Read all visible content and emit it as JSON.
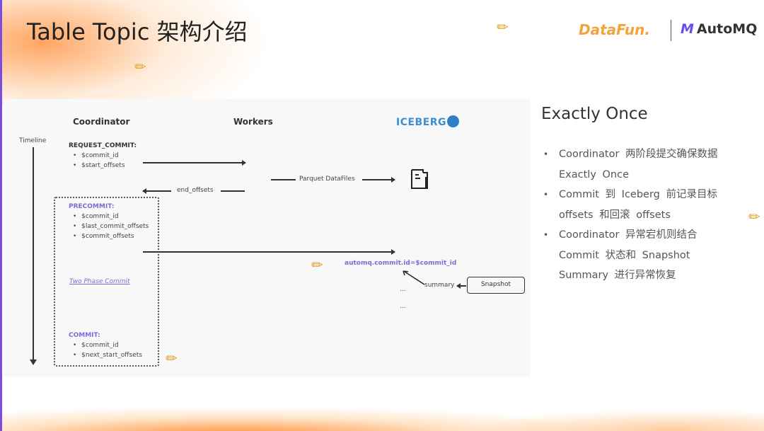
{
  "slide": {
    "title": "Table Topic 架构介绍",
    "logos": {
      "datafun": "DataFun.",
      "automq": "AutoMQ"
    }
  },
  "diagram": {
    "headers": {
      "coordinator": "Coordinator",
      "workers": "Workers",
      "iceberg": "ICEBERG"
    },
    "timeline": "Timeline",
    "request_commit": {
      "label": "REQUEST_COMMIT:",
      "items": [
        "$commit_id",
        "$start_offsets"
      ]
    },
    "end_offsets": "end_offsets",
    "parquet": "Parquet DataFiles",
    "precommit": {
      "label": "PRECOMMIT:",
      "items": [
        "$commit_id",
        "$last_commit_offsets",
        "$commit_offsets"
      ]
    },
    "two_phase": "Two Phase Commit",
    "commit": {
      "label": "COMMIT:",
      "items": [
        "$commit_id",
        "$next_start_offsets"
      ]
    },
    "commit_id_prop": "automq.commit.id=$commit_id",
    "summary": "summary",
    "snapshot": "Snapshot",
    "ellipsis": "..."
  },
  "bullets": {
    "title": "Exactly Once",
    "items": [
      "Coordinator 两阶段提交确保数据 Exactly Once",
      "Commit 到 Iceberg 前记录目标 offsets 和回滚 offsets",
      "Coordinator 异常宕机则结合 Commit 状态和 Snapshot Summary 进行异常恢复"
    ]
  },
  "colors": {
    "accent_purple": "#7a6cd6",
    "iceberg_blue": "#3d8fd1",
    "orange": "#f4a33a"
  }
}
